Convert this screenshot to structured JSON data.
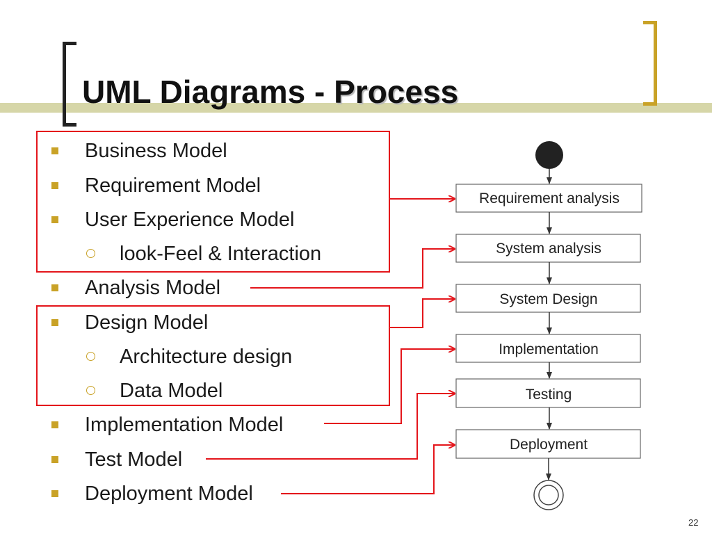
{
  "slide": {
    "title_main": "UML Diagrams - ",
    "title_emphasis": "Process",
    "page_number": "22"
  },
  "models": [
    {
      "label": "Business Model",
      "level": 1
    },
    {
      "label": "Requirement Model",
      "level": 1
    },
    {
      "label": "User Experience Model",
      "level": 1
    },
    {
      "label": "look-Feel & Interaction",
      "level": 2
    },
    {
      "label": "Analysis Model",
      "level": 1
    },
    {
      "label": "Design Model",
      "level": 1
    },
    {
      "label": "Architecture design",
      "level": 2
    },
    {
      "label": "Data Model",
      "level": 2
    },
    {
      "label": "Implementation Model",
      "level": 1
    },
    {
      "label": "Test Model",
      "level": 1
    },
    {
      "label": "Deployment Model",
      "level": 1
    }
  ],
  "process_steps": [
    {
      "label": "Requirement analysis"
    },
    {
      "label": "System analysis"
    },
    {
      "label": "System Design"
    },
    {
      "label": "Implementation"
    },
    {
      "label": "Testing"
    },
    {
      "label": "Deployment"
    }
  ],
  "links": [
    {
      "from_group": "requirement-group",
      "to_step": 0
    },
    {
      "from_model": 4,
      "to_step": 1
    },
    {
      "from_group": "design-group",
      "to_step": 2
    },
    {
      "from_model": 8,
      "to_step": 3
    },
    {
      "from_model": 9,
      "to_step": 4
    },
    {
      "from_model": 10,
      "to_step": 5
    }
  ],
  "colors": {
    "accent": "#c9a227",
    "connector": "#e4151b",
    "title_band": "#d6d6a8",
    "text": "#1a1a1a"
  }
}
